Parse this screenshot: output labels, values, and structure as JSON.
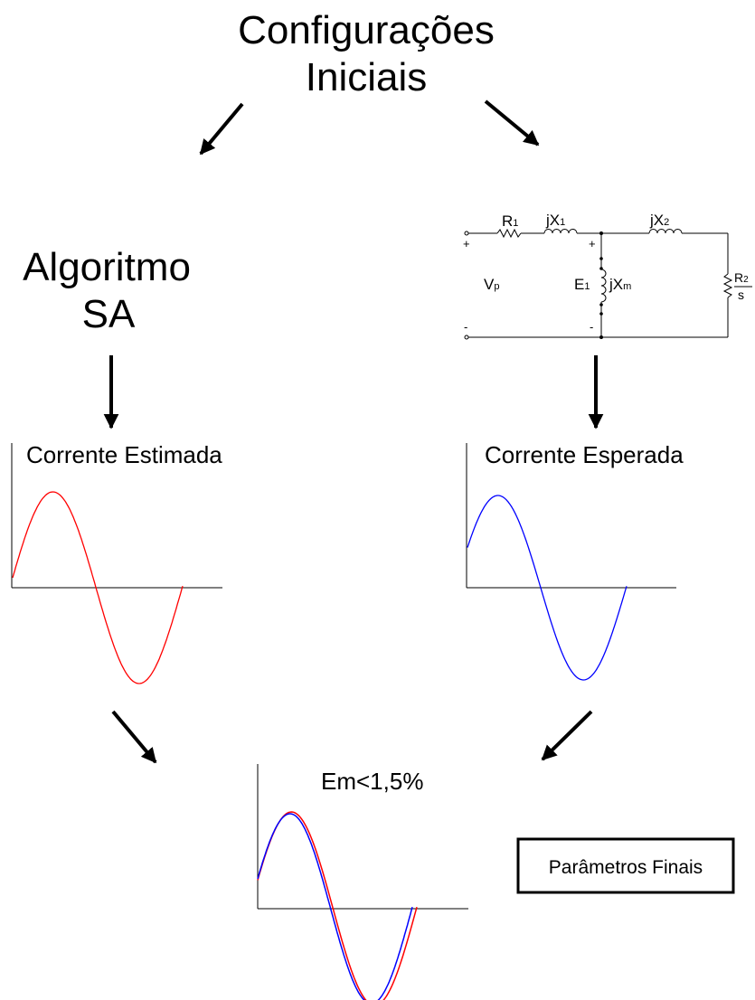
{
  "title": {
    "line1": "Configurações",
    "line2": "Iniciais"
  },
  "algorithm": {
    "line1": "Algoritmo",
    "line2": "SA"
  },
  "circuit": {
    "R1": {
      "main": "R",
      "sub": "1"
    },
    "jX1": {
      "main": "jX",
      "sub": "1"
    },
    "jX2": {
      "main": "jX",
      "sub": "2"
    },
    "R2": {
      "num_main": "R",
      "num_sub": "2",
      "den": "s"
    },
    "Vp": {
      "main": "V",
      "sub": "p"
    },
    "E1": {
      "main": "E",
      "sub": "1"
    },
    "jXm": {
      "main": "jX",
      "sub": "m"
    },
    "plus": "+",
    "minus": "-"
  },
  "charts": {
    "estimated": {
      "title": "Corrente Estimada",
      "color": "#ff0000"
    },
    "expected": {
      "title": "Corrente Esperada",
      "color": "#0000ff"
    },
    "comparison": {
      "title": "Em<1,5%",
      "colors": [
        "#ff0000",
        "#0000ff"
      ]
    }
  },
  "final": {
    "label": "Parâmetros Finais"
  }
}
